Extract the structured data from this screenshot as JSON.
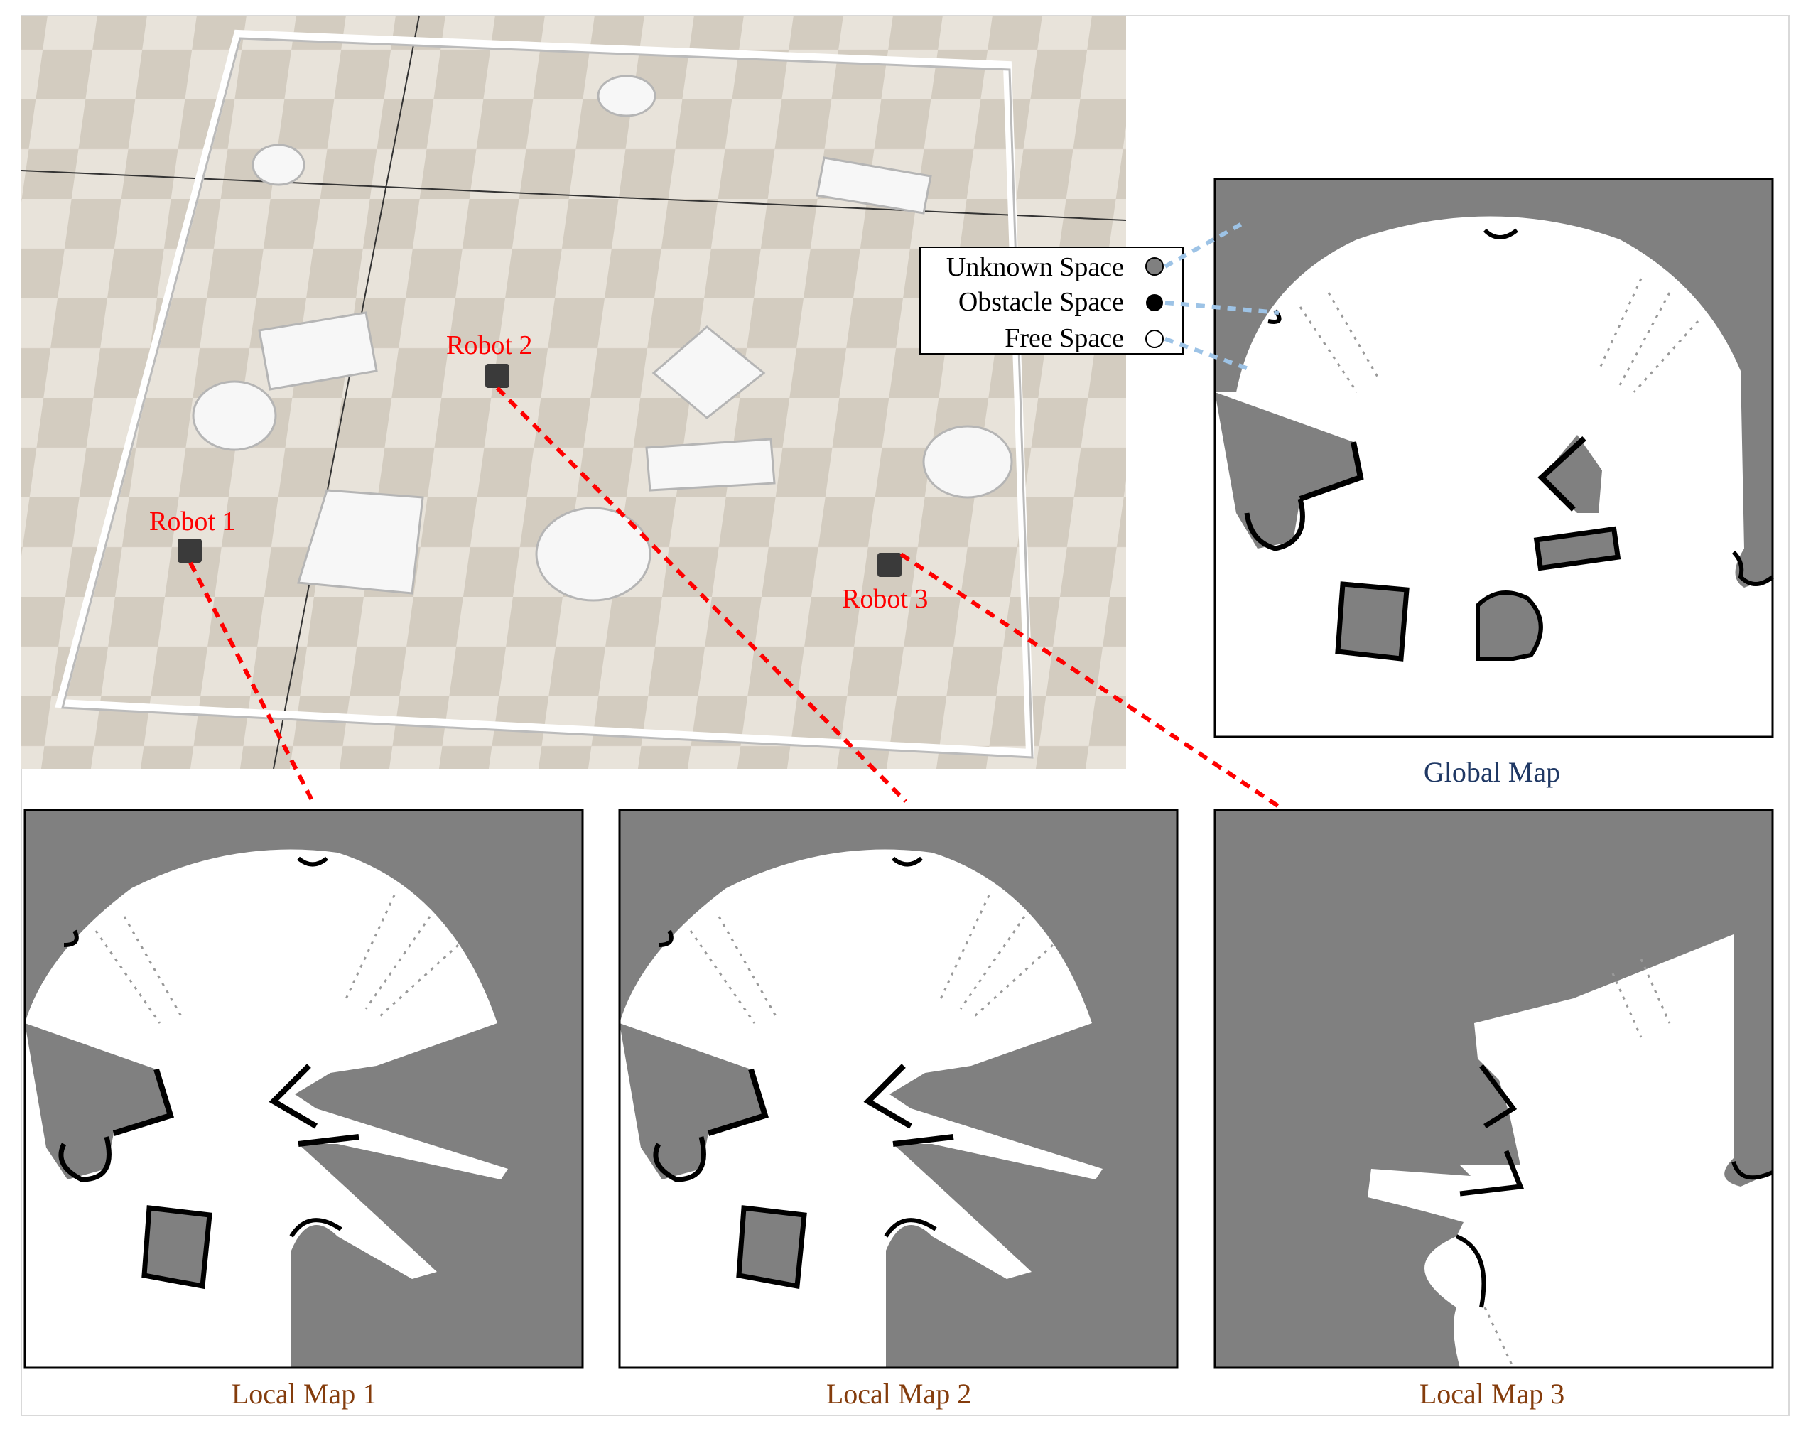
{
  "figure": {
    "robots": [
      {
        "label": "Robot 1"
      },
      {
        "label": "Robot 2"
      },
      {
        "label": "Robot 3"
      }
    ],
    "legend": {
      "items": [
        {
          "label": "Unknown Space",
          "marker": "gray-circle",
          "color": "#808080"
        },
        {
          "label": "Obstacle Space",
          "marker": "black-circle",
          "color": "#000000"
        },
        {
          "label": "Free Space",
          "marker": "white-circle",
          "color": "#ffffff"
        }
      ]
    },
    "maps": {
      "global": "Global Map",
      "local_1": "Local Map 1",
      "local_2": "Local Map 2",
      "local_3": "Local Map 3"
    },
    "colors": {
      "unknown": "#808080",
      "obstacle": "#000000",
      "free": "#ffffff",
      "robot_label": "#ff0000",
      "connector": "#ff0000",
      "legend_connector": "#9dc3e6",
      "global_caption": "#1f3864",
      "local_caption": "#843c0c"
    }
  }
}
